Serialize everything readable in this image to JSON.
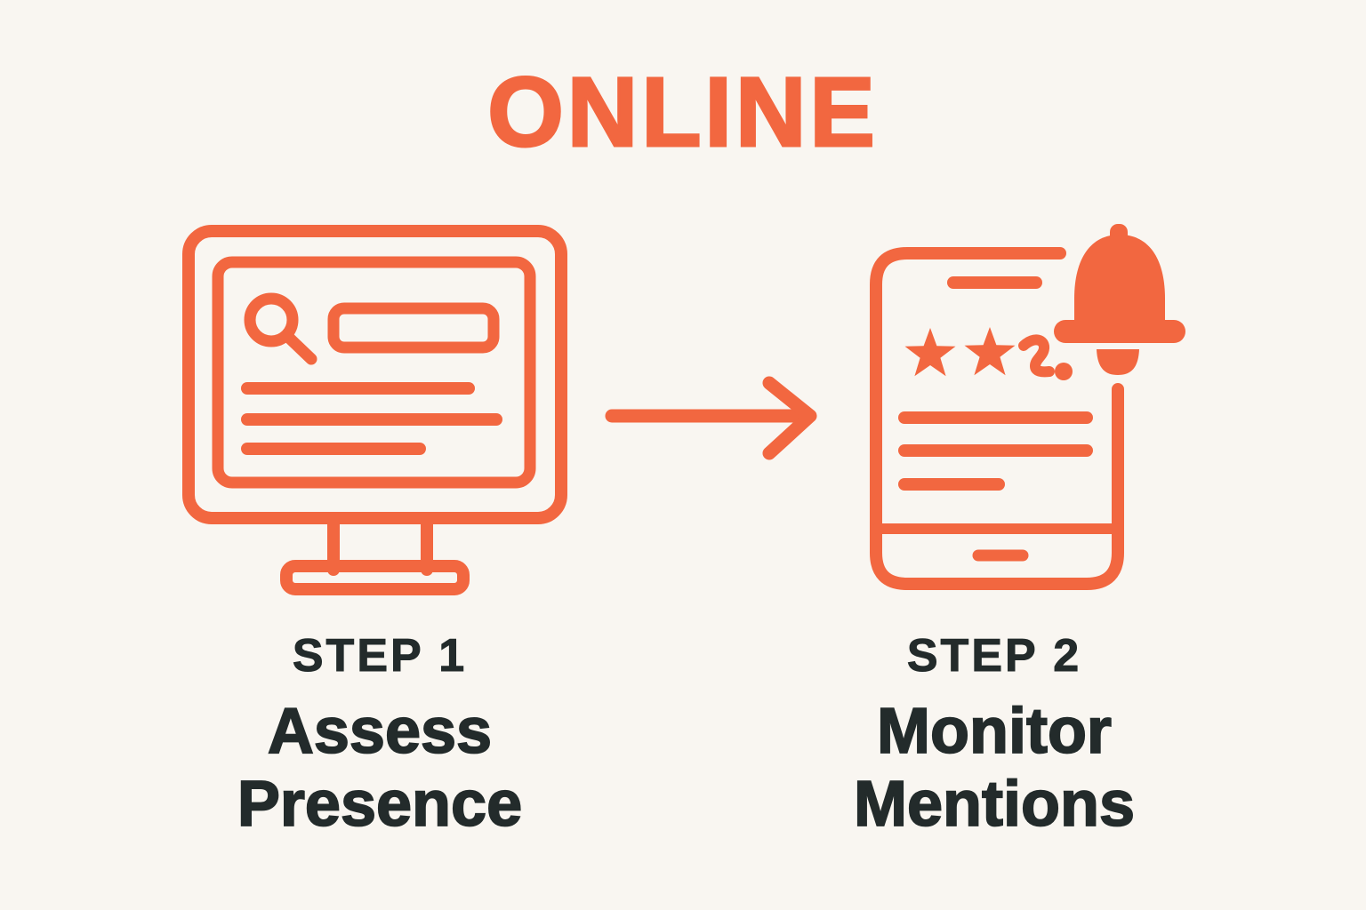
{
  "title": "ONLINE",
  "colors": {
    "accent_orange": "#F26740",
    "text_dark": "#232B2B",
    "background": "#F9F6F1"
  },
  "steps": [
    {
      "label": "STEP 1",
      "title_line1": "Assess",
      "title_line2": "Presence",
      "icon": "desktop-monitor-with-search-results"
    },
    {
      "label": "STEP 2",
      "title_line1": "Monitor",
      "title_line2": "Mentions",
      "icon": "tablet-with-star-reviews-and-notification-bell"
    }
  ],
  "connector": {
    "icon": "arrow-right"
  }
}
